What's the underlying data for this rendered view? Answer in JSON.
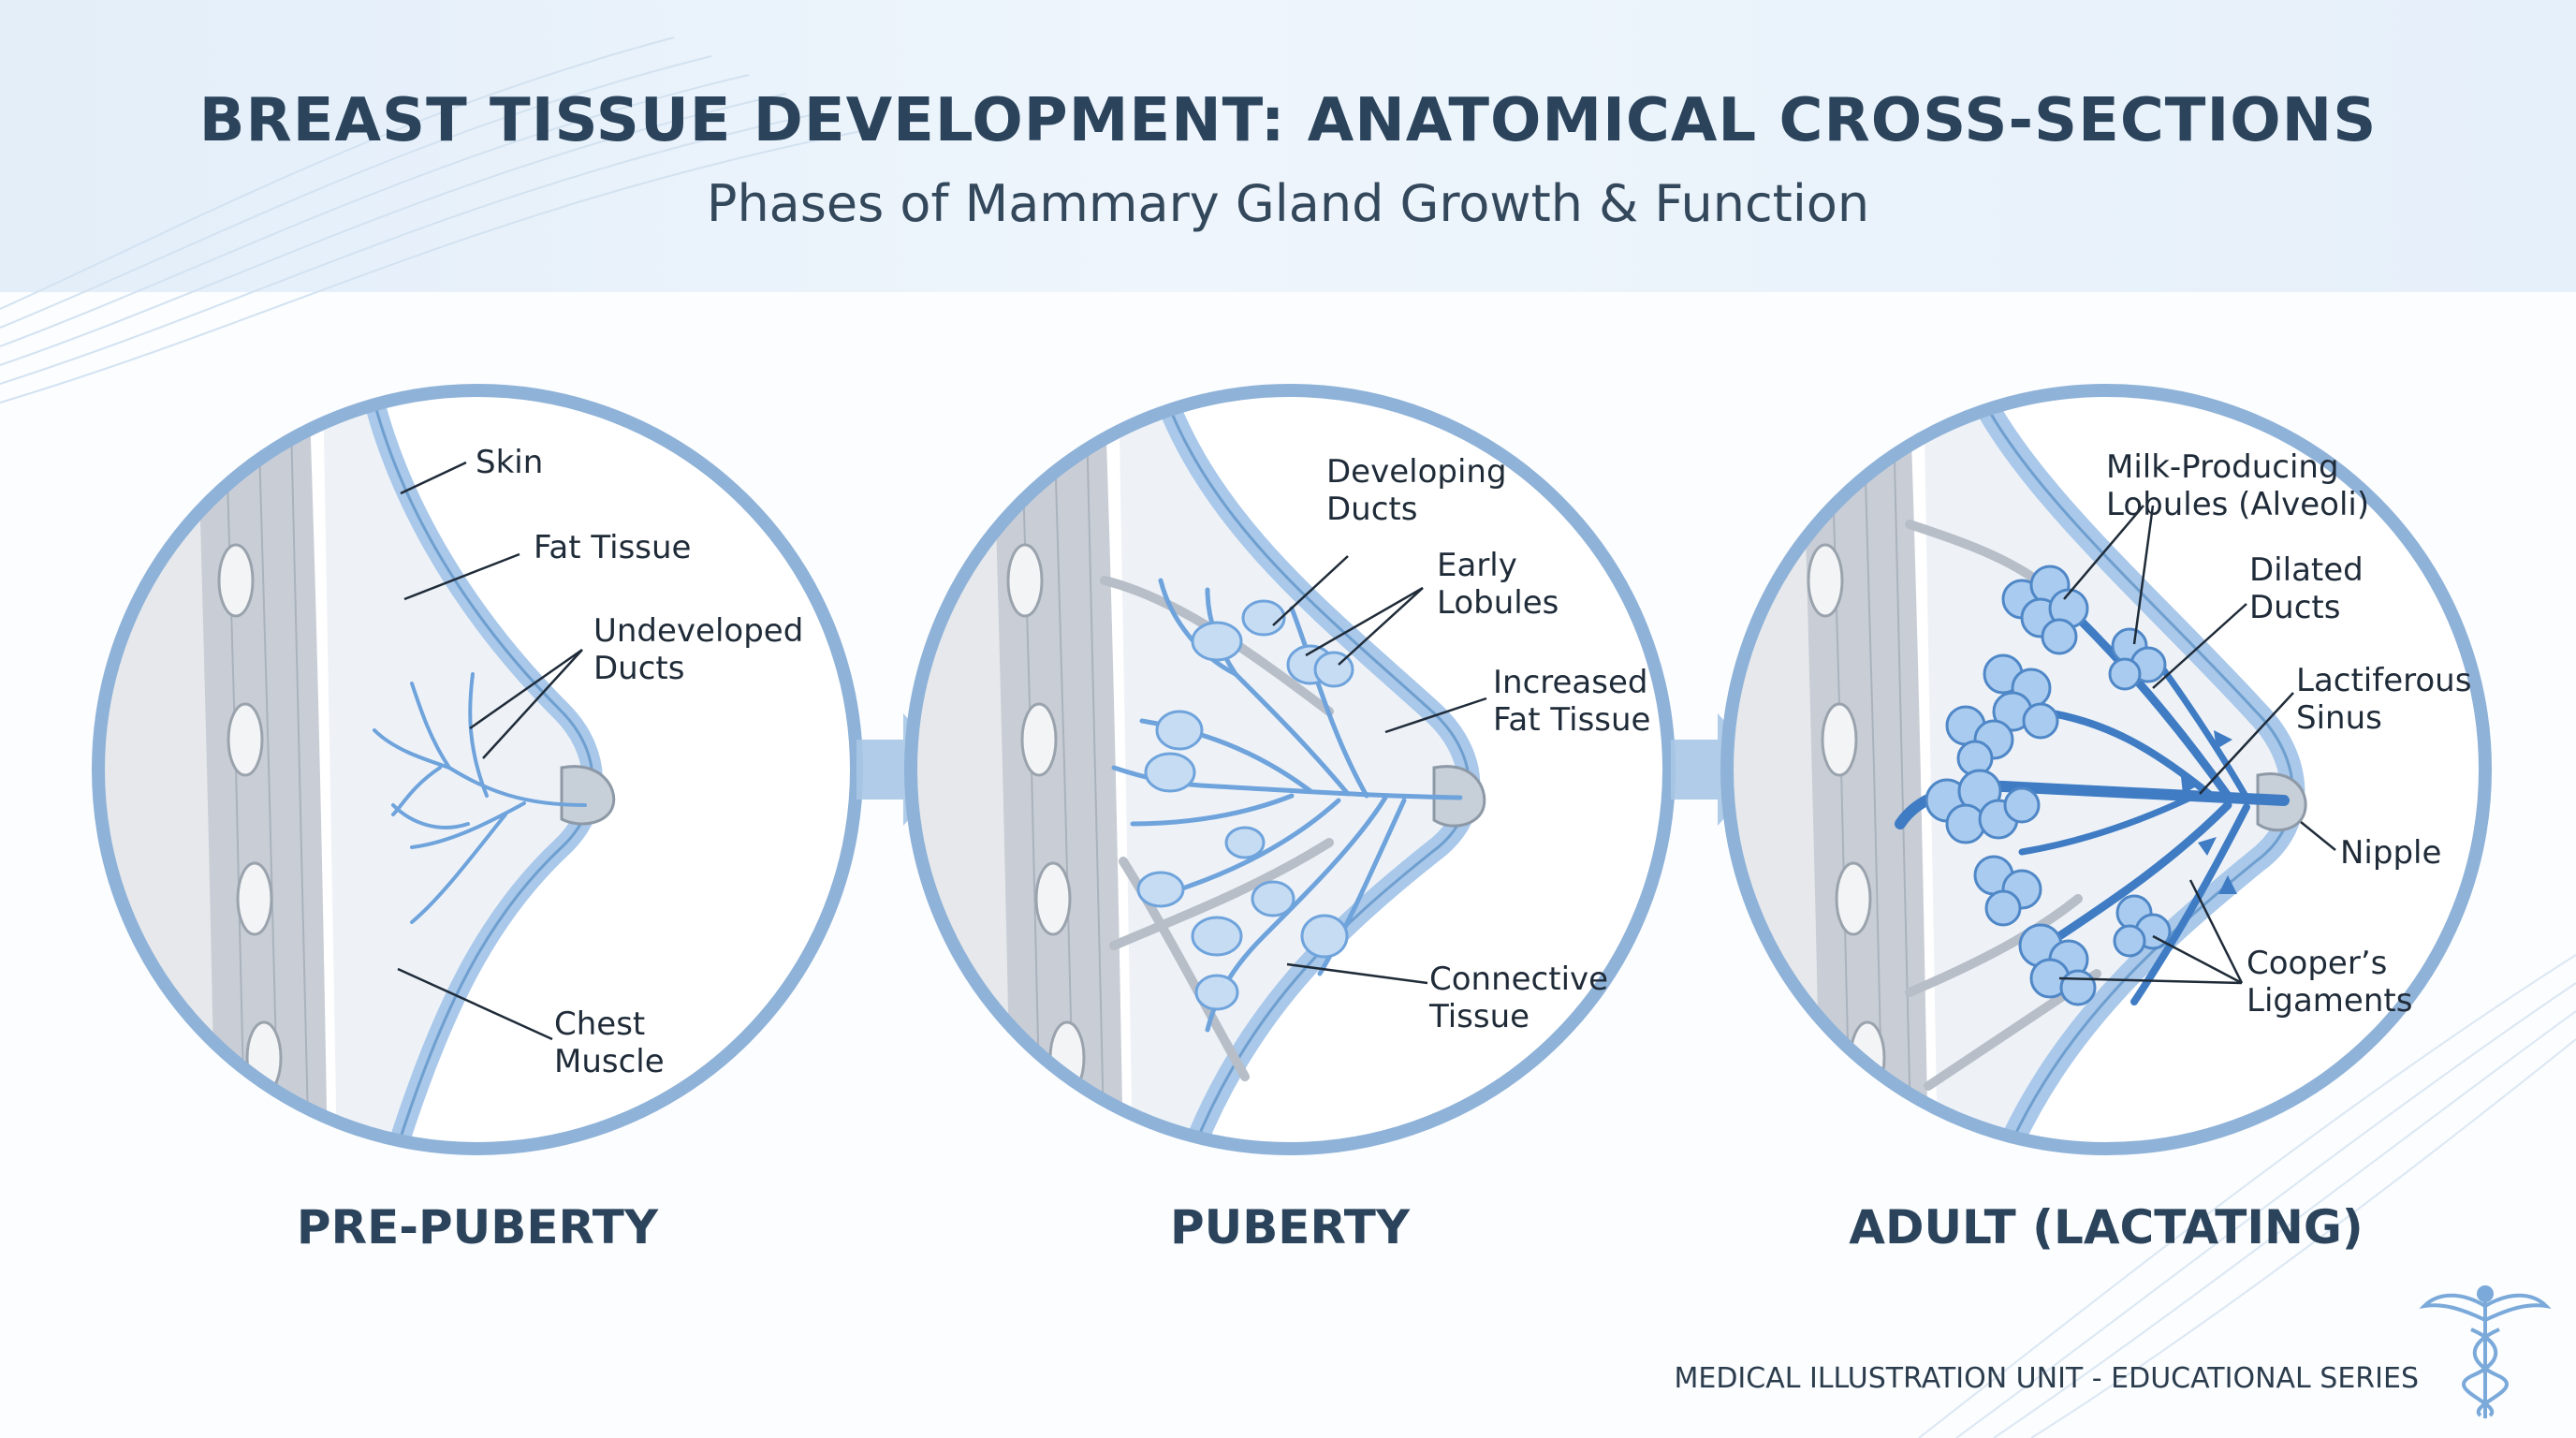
{
  "header": {
    "title": "BREAST TISSUE DEVELOPMENT: ANATOMICAL CROSS-SECTIONS",
    "subtitle": "Phases of Mammary Gland Growth & Function"
  },
  "stages": [
    {
      "name": "PRE-PUBERTY",
      "labels": {
        "skin": [
          "Skin"
        ],
        "fat": [
          "Fat Tissue"
        ],
        "ducts": [
          "Undeveloped",
          "Ducts"
        ],
        "muscle": [
          "Chest",
          "Muscle"
        ]
      }
    },
    {
      "name": "PUBERTY",
      "labels": {
        "ducts": [
          "Developing",
          "Ducts"
        ],
        "lobules": [
          "Early",
          "Lobules"
        ],
        "fat": [
          "Increased",
          "Fat Tissue"
        ],
        "connective": [
          "Connective",
          "Tissue"
        ]
      }
    },
    {
      "name": "ADULT (LACTATING)",
      "labels": {
        "alveoli": [
          "Milk-Producing",
          "Lobules (Alveoli)"
        ],
        "ducts": [
          "Dilated",
          "Ducts"
        ],
        "sinus": [
          "Lactiferous",
          "Sinus"
        ],
        "nipple": [
          "Nipple"
        ],
        "ligaments": [
          "Cooper’s",
          "Ligaments"
        ]
      }
    }
  ],
  "footer": {
    "text": "MEDICAL ILLUSTRATION UNIT - EDUCATIONAL SERIES"
  },
  "icons": [
    "chevron-right-icon",
    "caduceus-icon"
  ],
  "colors": {
    "title": "#2b445c",
    "ring": "#8fb2d8",
    "skin": "#a9c8ea",
    "duct": "#6fa3dc",
    "duct_dark": "#3f7cc4",
    "muscle": "#c9ced6",
    "fat": "#eef2f7"
  }
}
